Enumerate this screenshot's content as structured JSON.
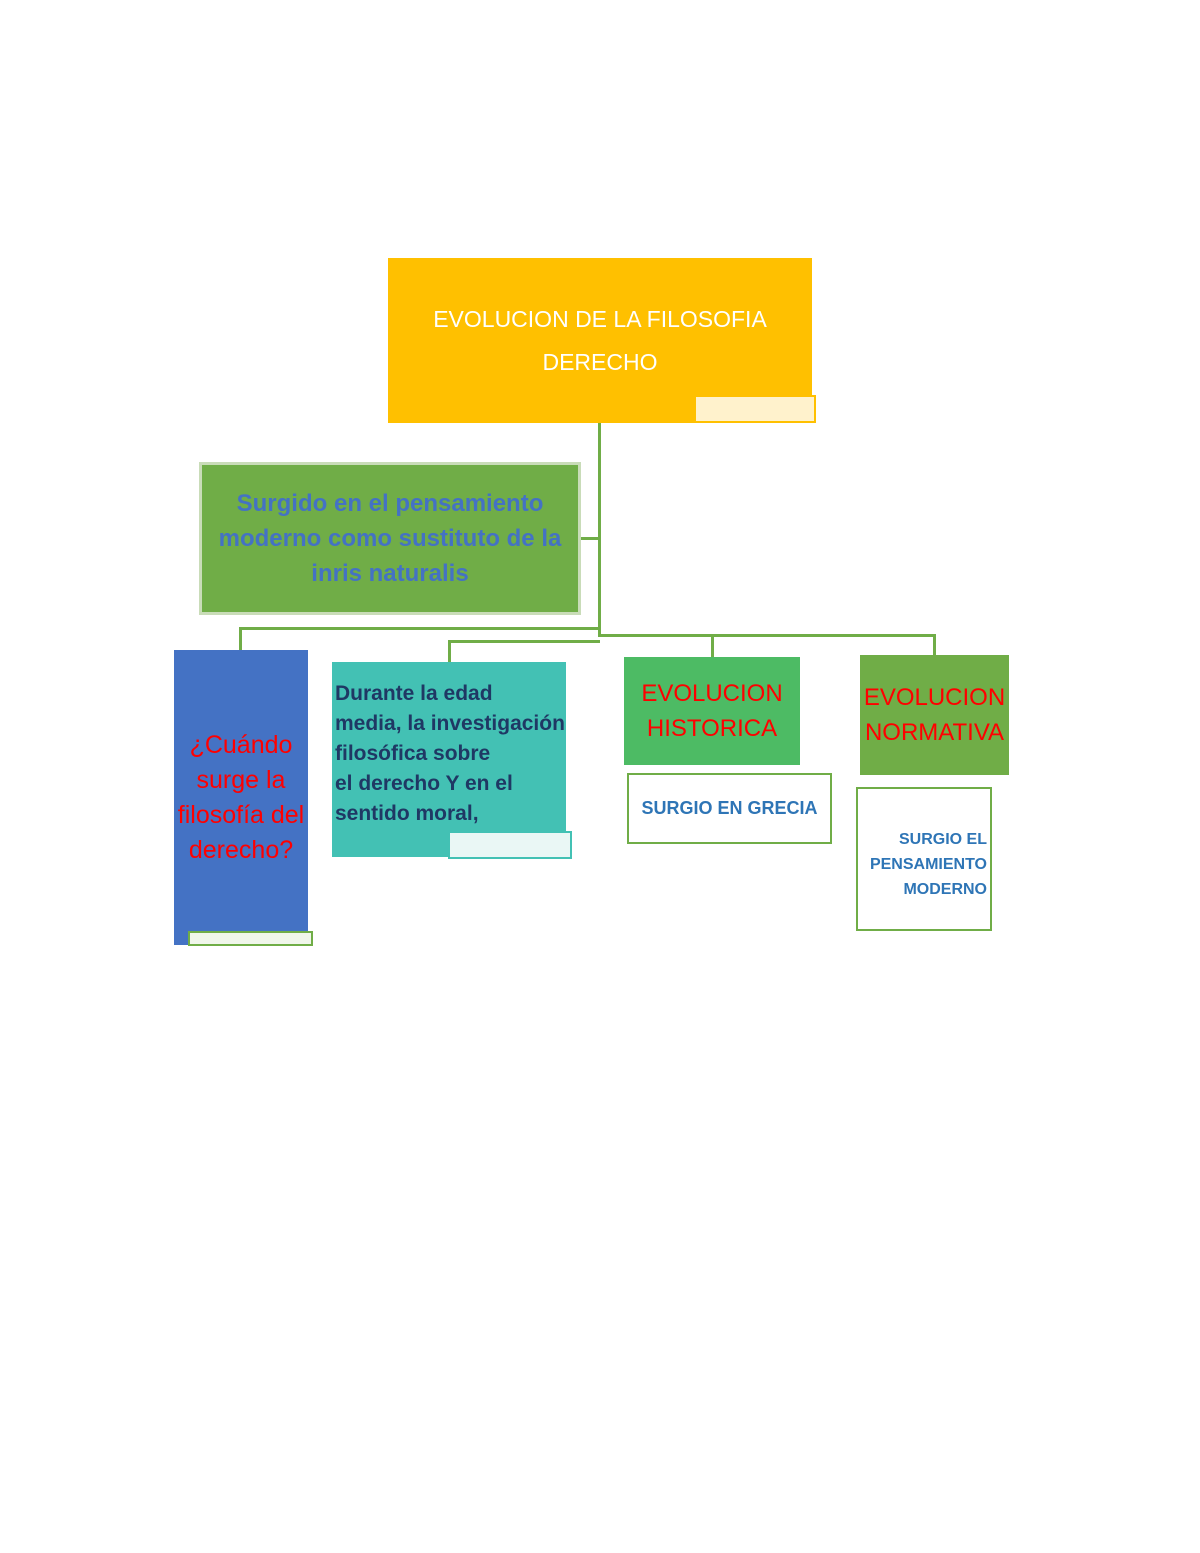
{
  "root": {
    "title_line1": "EVOLUCION DE LA FILOSOFIA",
    "title_line2": "DERECHO"
  },
  "origin": {
    "text": "Surgido en el pensamiento moderno como sustituto de la inris naturalis"
  },
  "question": {
    "text": "¿Cuándo\nsurge la\nfilosofía del\nderecho?"
  },
  "middle_ages": {
    "text": "Durante la edad\nmedia, la investigación\nfilosófica sobre\nel derecho Y en el\nsentido moral,"
  },
  "historic": {
    "label": "EVOLUCION\nHISTORICA",
    "note": "SURGIO EN GRECIA"
  },
  "normative": {
    "label": "EVOLUCION\nNORMATIVA",
    "note": "SURGIO EL\nPENSAMIENTO\nMODERNO"
  },
  "colors": {
    "root": "#ffc000",
    "connector": "#70ad47",
    "question_box": "#4472c4",
    "middle_ages_box": "#43c1b4",
    "historic_box": "#4dbb64",
    "normative_box": "#70ad47",
    "heading_red": "#ff0000",
    "note_blue": "#2e75b6"
  }
}
